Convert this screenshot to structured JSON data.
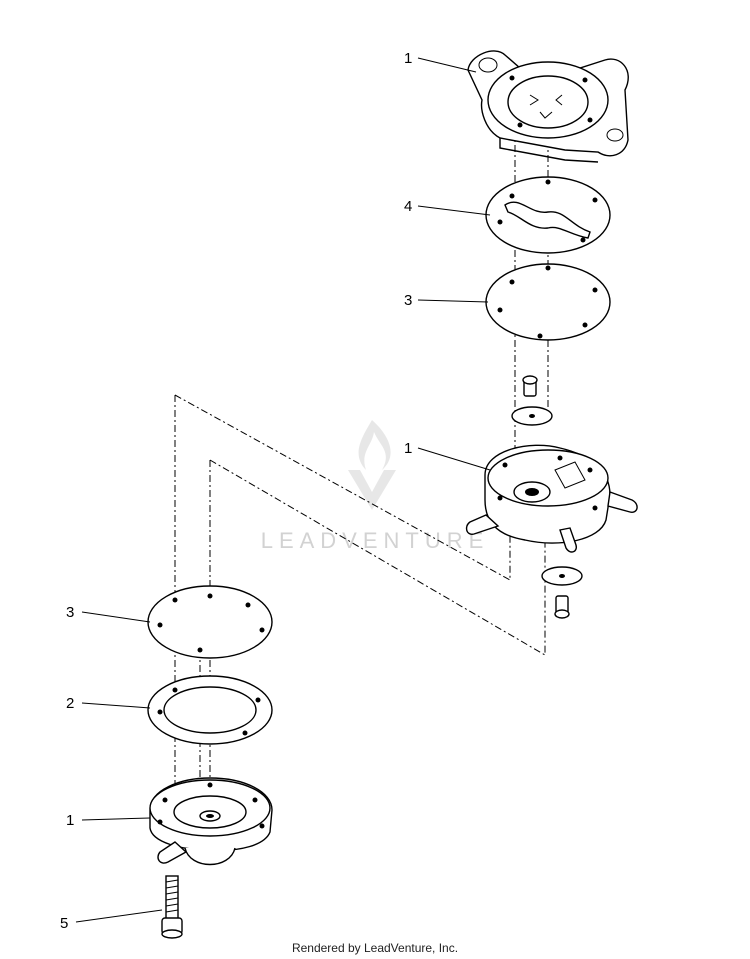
{
  "callouts": [
    {
      "id": "c1",
      "label": "1"
    },
    {
      "id": "c2",
      "label": "4"
    },
    {
      "id": "c3",
      "label": "3"
    },
    {
      "id": "c4",
      "label": "1"
    },
    {
      "id": "c5",
      "label": "3"
    },
    {
      "id": "c6",
      "label": "2"
    },
    {
      "id": "c7",
      "label": "1"
    },
    {
      "id": "c8",
      "label": "5"
    }
  ],
  "watermark": {
    "text": "LEADVENTURE"
  },
  "footer": {
    "text": "Rendered by LeadVenture, Inc."
  }
}
